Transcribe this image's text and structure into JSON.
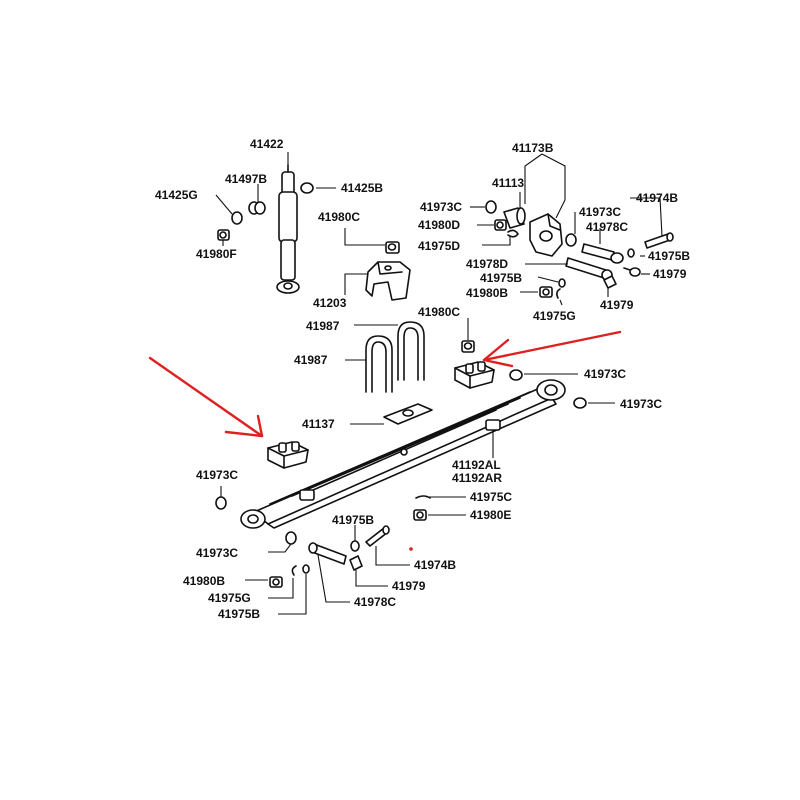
{
  "labels": {
    "p41422": "41422",
    "p41497B": "41497B",
    "p41425G": "41425G",
    "p41425B": "41425B",
    "p41980F": "41980F",
    "p41980C_top": "41980C",
    "p41203": "41203",
    "p41173B": "41173B",
    "p41113": "41113",
    "p41973C_a": "41973C",
    "p41980D": "41980D",
    "p41975D": "41975D",
    "p41974B_top": "41974B",
    "p41973C_b": "41973C",
    "p41978C_top": "41978C",
    "p41975B_a": "41975B",
    "p41978D": "41978D",
    "p41979_a": "41979",
    "p41975B_b": "41975B",
    "p41980B_top": "41980B",
    "p41979_b": "41979",
    "p41975G_top": "41975G",
    "p41980C_mid": "41980C",
    "p41987_a": "41987",
    "p41987_b": "41987",
    "p41973C_c": "41973C",
    "p41973C_d": "41973C",
    "p41137": "41137",
    "p41192AL": "41192AL",
    "p41192AR": "41192AR",
    "p41973C_e": "41973C",
    "p41975C": "41975C",
    "p41980E": "41980E",
    "p41975B_c": "41975B",
    "p41973C_f": "41973C",
    "p41974B_bot": "41974B",
    "p41980B_bot": "41980B",
    "p41979_c": "41979",
    "p41975G_bot": "41975G",
    "p41975B_d": "41975B",
    "p41978C_bot": "41978C"
  },
  "colors": {
    "line": "#111111",
    "arrow": "#e02020",
    "background": "#ffffff"
  }
}
